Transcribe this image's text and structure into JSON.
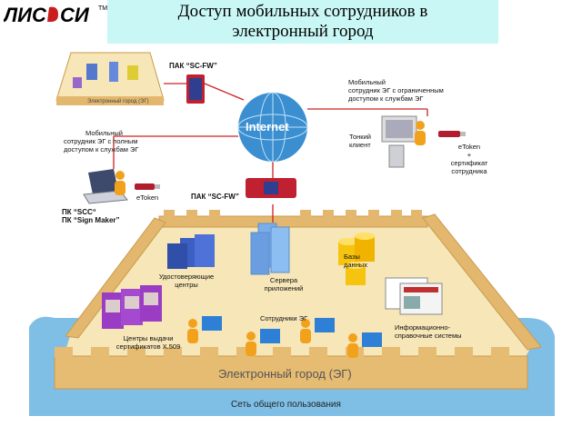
{
  "logo": {
    "text": "ЛИСССИ",
    "tm": "TM"
  },
  "title": {
    "line1": "Доступ мобильных сотрудников в",
    "line2": "электронный город"
  },
  "network": {
    "internet": "Internet",
    "firewall_top": "ПАК “SC-FW”",
    "firewall_center": "ПАК “SC-FW”",
    "small_city": "Электронный город (ЭГ)",
    "remote_limited": [
      "Мобильный",
      "сотрудник ЭГ с ограниченным",
      "доступом к службам ЭГ"
    ],
    "thin_client": [
      "Тонкий",
      "клиент"
    ],
    "etoken_cert": [
      "eToken",
      "+",
      "сертификат сотрудника"
    ],
    "remote_full": [
      "Мобильный",
      "сотрудник  ЭГ с полным",
      "доступом  к  службам ЭГ"
    ],
    "etoken": "eToken",
    "pc_scc": [
      "ПК “SCC“",
      "ПК “Sign Maker”"
    ]
  },
  "city": {
    "cert_centers": [
      "Удостоверяющие",
      "центры"
    ],
    "app_servers": [
      "Сервера",
      "приложений"
    ],
    "databases": [
      "Базы",
      "данных"
    ],
    "issue_centers": [
      "Центры выдачи",
      "сертификатов X.509"
    ],
    "employees": "Сотрудники ЭГ",
    "info_systems": [
      "Информационно-",
      "справочные системы"
    ],
    "wall_label": "Электронный город (ЭГ)",
    "public_network": "Сеть общего пользования"
  },
  "colors": {
    "title_bg": "#c9f7f5",
    "sea": "#7fbfe6",
    "wall": "#e3b86e",
    "ground": "#f6e6b8",
    "link": "#d02020",
    "globe": "#3b8fd0",
    "logo_red": "#c81e1e"
  }
}
